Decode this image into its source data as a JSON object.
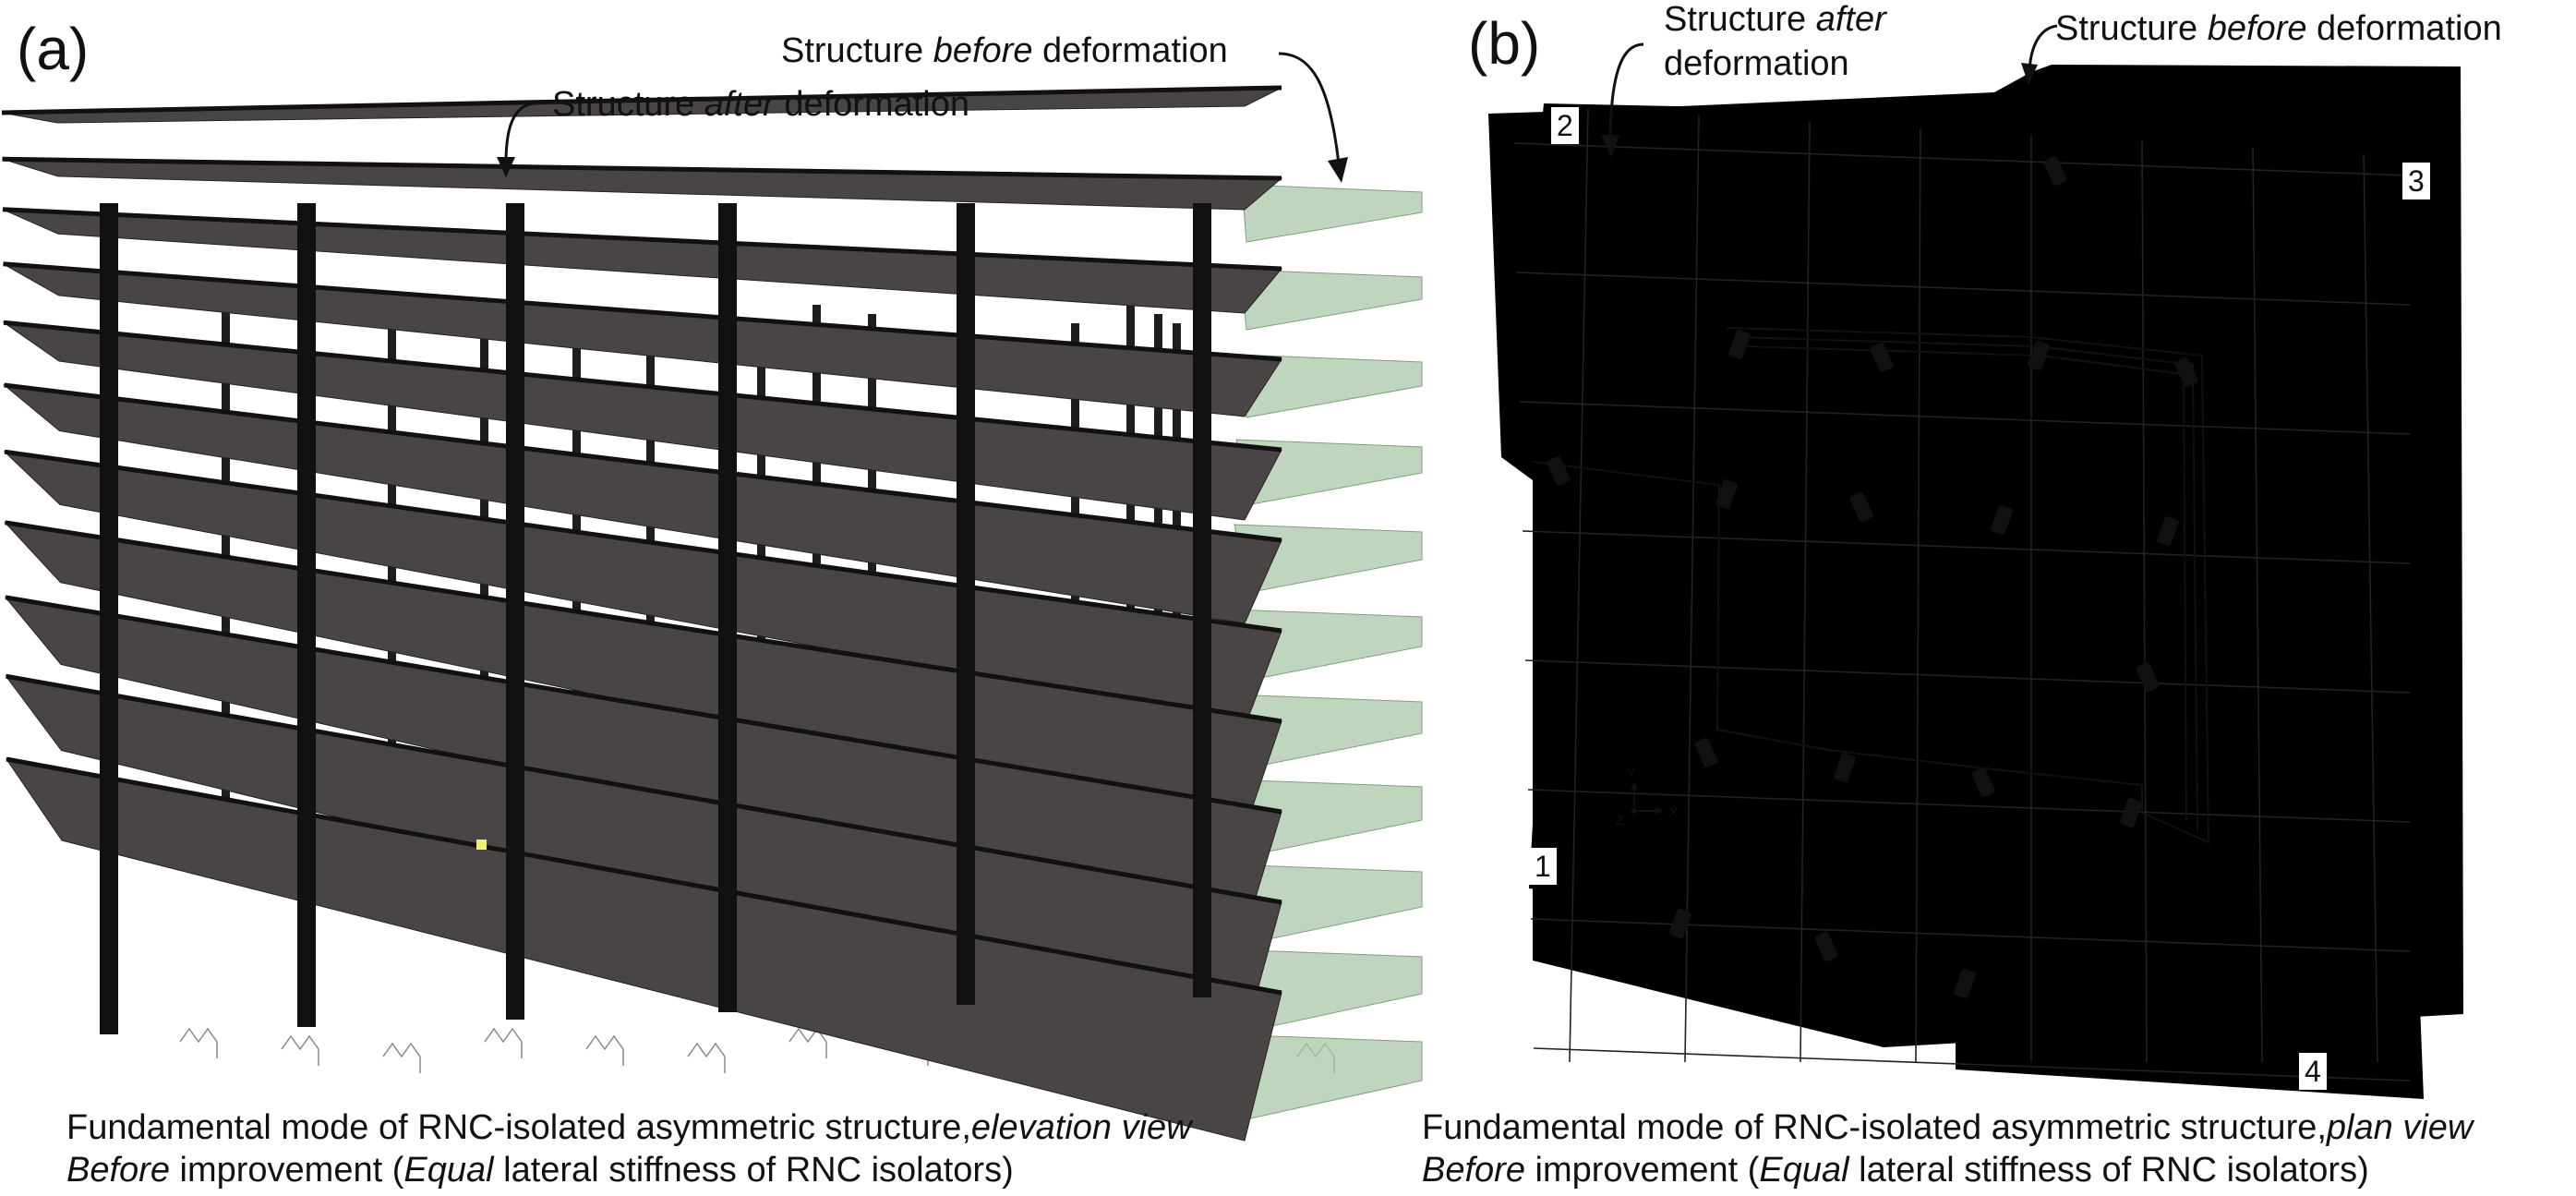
{
  "panel_a": {
    "letter": "(a)",
    "annotation_before": {
      "pre": "Structure ",
      "em": "before",
      "post": " deformation"
    },
    "annotation_after": {
      "pre": "Structure ",
      "em": "after",
      "post": " deformation"
    },
    "caption_line1": "Fundamental mode of RNC-isolated asymmetric structure,",
    "caption_line1_em": "elevation view",
    "caption_line2": {
      "em1": "Before",
      "mid": " improvement (",
      "em2": "Equal",
      "post": " lateral stiffness of RNC isolators)"
    }
  },
  "panel_b": {
    "letter": "(b)",
    "annotation_after_line1": {
      "pre": "Structure ",
      "em": "after"
    },
    "annotation_after_line2": "deformation",
    "annotation_before": {
      "pre": "Structure ",
      "em": "before",
      "post": " deformation"
    },
    "corners": [
      "1",
      "2",
      "3",
      "4"
    ],
    "axis_labels": {
      "y": "Y",
      "z": "Z",
      "x": "X"
    },
    "caption_line1": "Fundamental mode of RNC-isolated asymmetric structure,",
    "caption_line1_em": "plan view",
    "caption_line2": {
      "em1": "Before",
      "mid": " improvement (",
      "em2": "Equal",
      "post": " lateral stiffness of RNC isolators)"
    }
  },
  "colors": {
    "slab_after": "#4a4545",
    "slab_before": "#a9c7a8",
    "column": "#111111",
    "plan_after": "#cbc3c3",
    "plan_before": "#a8d8a6"
  }
}
